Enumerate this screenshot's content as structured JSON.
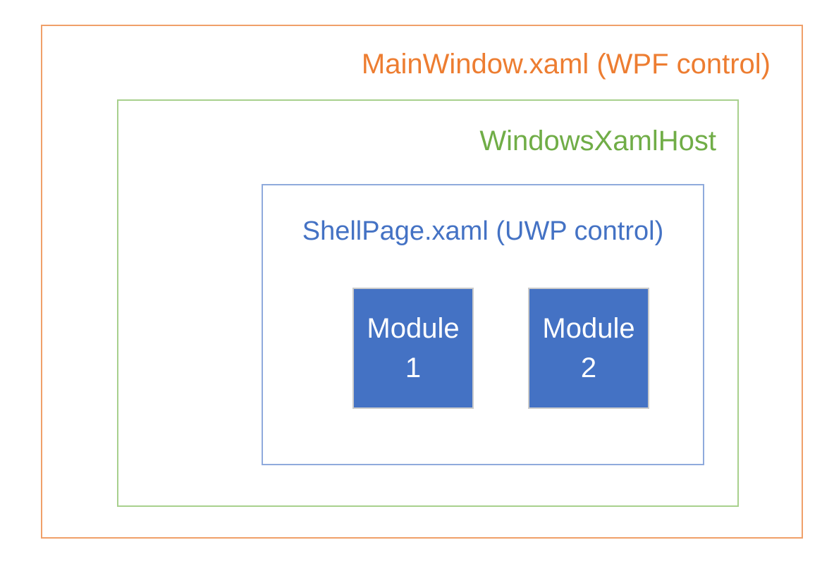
{
  "diagram": {
    "boxes": {
      "mainwindow": {
        "label": "MainWindow.xaml (WPF control)",
        "text_color": "#ED7D31",
        "border_color": "#F0A069"
      },
      "windowsxamlhost": {
        "label": "WindowsXamlHost",
        "text_color": "#70AD47",
        "border_color": "#A8D08D"
      },
      "shellpage": {
        "label": "ShellPage.xaml (UWP control)",
        "text_color": "#4472C4",
        "border_color": "#8FAADC"
      }
    },
    "modules": [
      {
        "line1": "Module",
        "line2": "1",
        "fill_color": "#4472C4",
        "text_color": "#FFFFFF",
        "border_color": "#CBCBCB"
      },
      {
        "line1": "Module",
        "line2": "2",
        "fill_color": "#4472C4",
        "text_color": "#FFFFFF",
        "border_color": "#CBCBCB"
      }
    ]
  }
}
